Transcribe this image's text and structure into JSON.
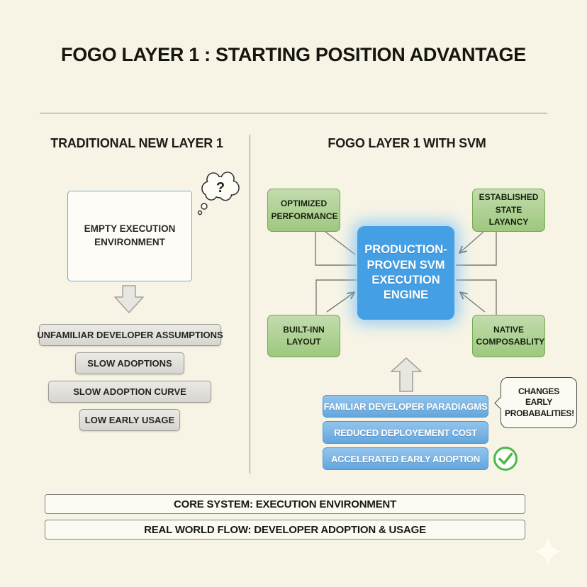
{
  "title": "FOGO LAYER 1 : STARTING POSITION ADVANTAGE",
  "colors": {
    "background": "#f7f4e6",
    "green_fill": "#a9d18e",
    "green_border": "#77a953",
    "blue_engine": "#459fe4",
    "blue_pill": "#79b7e8",
    "gray_pill": "#dddcd6",
    "check_green": "#4db84a"
  },
  "left_panel": {
    "heading": "TRADITIONAL NEW LAYER 1",
    "empty_box_label": "EMPTY EXECUTION ENVIRONMENT",
    "thought_bubble_text": "?",
    "consequences": [
      {
        "label": "UNFAMILIAR DEVELOPER ASSUMPTIONS"
      },
      {
        "label": "SLOW ADOPTIONS"
      },
      {
        "label": "SLOW ADOPTION CURVE"
      },
      {
        "label": "LOW EARLY USAGE"
      }
    ]
  },
  "right_panel": {
    "heading": "FOGO LAYER 1 WITH SVM",
    "features": [
      {
        "label": "OPTIMIZED PERFORMANCE"
      },
      {
        "label": "ESTABLISHED STATE LAYANCY"
      },
      {
        "label": "BUILT-INN LAYOUT"
      },
      {
        "label": "NATIVE COMPOSABLITY"
      }
    ],
    "engine_label": "PRODUCTION-PROVEN SVM EXECUTION ENGINE",
    "benefits": [
      {
        "label": "FAMILIAR DEVELOPER PARADIAGMS"
      },
      {
        "label": "REDUCED DEPLOYEMENT COST"
      },
      {
        "label": "ACCELERATED EARLY ADOPTION"
      }
    ],
    "callout_text": "CHANGES EARLY PROBABALITIES!"
  },
  "footer": {
    "rows": [
      {
        "label": "CORE SYSTEM: EXECUTION ENVIRONMENT"
      },
      {
        "label": "REAL WORLD FLOW: DEVELOPER ADOPTION & USAGE"
      }
    ]
  }
}
